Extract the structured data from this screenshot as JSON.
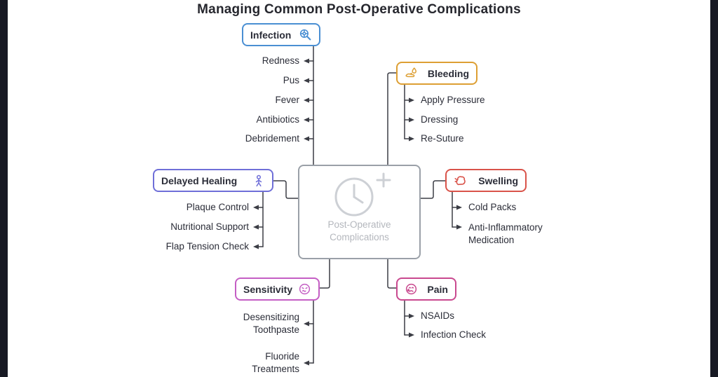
{
  "title": "Managing Common Post-Operative Complications",
  "center": {
    "line1": "Post-Operative",
    "line2": "Complications"
  },
  "line_color": "#3b3d45",
  "branches": {
    "infection": {
      "label": "Infection",
      "color": "#4a8fd3",
      "items": [
        "Redness",
        "Pus",
        "Fever",
        "Antibiotics",
        "Debridement"
      ]
    },
    "bleeding": {
      "label": "Bleeding",
      "color": "#dd9f33",
      "items": [
        "Apply Pressure",
        "Dressing",
        "Re-Suture"
      ]
    },
    "delayed_healing": {
      "label": "Delayed Healing",
      "color": "#6f6fd8",
      "items": [
        "Plaque Control",
        "Nutritional Support",
        "Flap Tension Check"
      ]
    },
    "swelling": {
      "label": "Swelling",
      "color": "#d9534a",
      "items": [
        "Cold Packs",
        "Anti-Inflammatory Medication"
      ]
    },
    "sensitivity": {
      "label": "Sensitivity",
      "color": "#c45ec4",
      "items": [
        "Desensitizing Toothpaste",
        "Fluoride Treatments"
      ]
    },
    "pain": {
      "label": "Pain",
      "color": "#c9498f",
      "items": [
        "NSAIDs",
        "Infection Check"
      ]
    }
  }
}
